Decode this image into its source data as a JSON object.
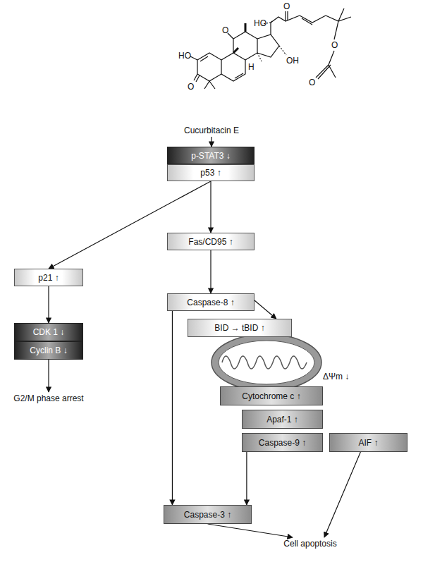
{
  "diagram": {
    "nodes": [
      {
        "text": [
          "Cucurbitacin E"
        ]
      },
      {
        "text": [
          "p-STAT3 ↓"
        ]
      },
      {
        "text": [
          "p53 ↑"
        ]
      },
      {
        "text": [
          "Fas/CD95 ↑"
        ]
      },
      {
        "text": [
          "p21 ↑"
        ]
      },
      {
        "text": [
          "Caspase-8 ↑"
        ]
      },
      {
        "text": [
          "BID → tBID ↑"
        ]
      },
      {
        "text": [
          "CDK 1 ↓"
        ]
      },
      {
        "text": [
          "Cyclin B ↓"
        ]
      },
      {
        "text": [
          "Cytochrome c ↑"
        ]
      },
      {
        "text": [
          "Apaf-1 ↑"
        ]
      },
      {
        "text": [
          "Caspase-9 ↑"
        ]
      },
      {
        "text": [
          "AIF ↑"
        ]
      },
      {
        "text": [
          "G2/M phase arrest"
        ]
      },
      {
        "text": [
          "Caspase-3 ↑"
        ]
      },
      {
        "text": [
          "Cell apoptosis"
        ]
      }
    ],
    "edges": [
      {
        "from": 0,
        "to": 1,
        "arrow": "to"
      },
      {
        "from": 2,
        "to": 4,
        "arrow": "to"
      },
      {
        "from": 2,
        "to": 3,
        "arrow": "to"
      },
      {
        "from": 3,
        "to": 5,
        "arrow": "to"
      },
      {
        "from": 4,
        "to": 7,
        "arrow": "to"
      },
      {
        "from": 8,
        "to": 13,
        "arrow": "to"
      },
      {
        "from": 5,
        "to": 6,
        "arrow": "to"
      },
      {
        "from": 5,
        "to": 14,
        "arrow": "to"
      },
      {
        "from": 11,
        "to": 14,
        "arrow": "to"
      },
      {
        "from": 14,
        "to": 15,
        "arrow": "to"
      },
      {
        "from": 12,
        "to": 15,
        "arrow": "to"
      }
    ],
    "labels": [
      "HO",
      "O",
      "O",
      "H",
      "HO",
      "O",
      "OH",
      "O",
      "O",
      "ΔΨm ↓"
    ]
  }
}
